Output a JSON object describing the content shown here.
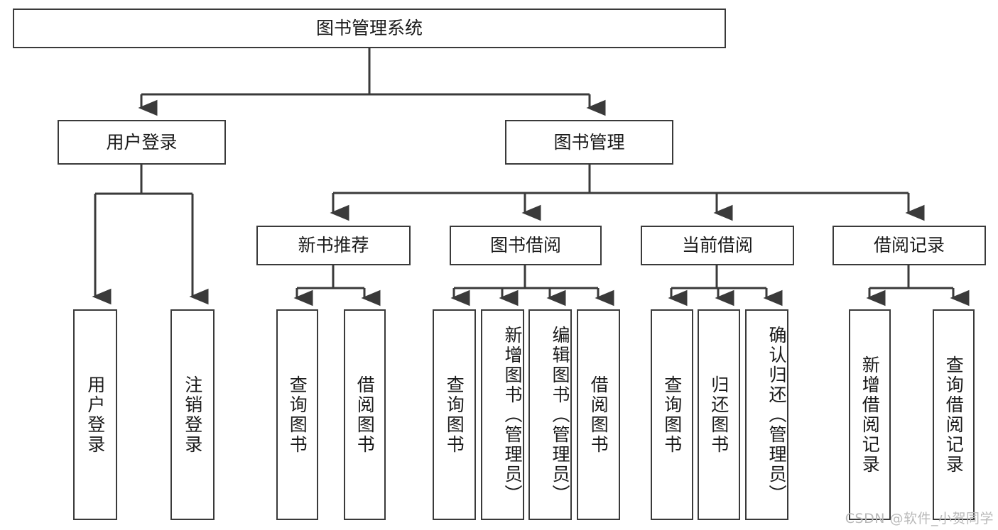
{
  "diagram": {
    "type": "tree-hierarchy-chart",
    "title": "图书管理系统",
    "stroke_color": "#3a3a3a",
    "text_color": "#1a1a1a",
    "background_color": "#ffffff",
    "root": {
      "id": "root",
      "label": "图书管理系统"
    },
    "level2": [
      {
        "id": "user-login",
        "label": "用户登录"
      },
      {
        "id": "book-manage",
        "label": "图书管理"
      }
    ],
    "level3": [
      {
        "id": "new-book-recommend",
        "label": "新书推荐",
        "parent": "book-manage"
      },
      {
        "id": "book-borrow",
        "label": "图书借阅",
        "parent": "book-manage"
      },
      {
        "id": "current-borrow",
        "label": "当前借阅",
        "parent": "book-manage"
      },
      {
        "id": "borrow-record",
        "label": "借阅记录",
        "parent": "book-manage"
      }
    ],
    "leaves": [
      {
        "id": "leaf-user-login",
        "label": "用户登录",
        "parent": "user-login"
      },
      {
        "id": "leaf-logout",
        "label": "注销登录",
        "parent": "user-login"
      },
      {
        "id": "leaf-query-book-1",
        "label": "查询图书",
        "parent": "new-book-recommend"
      },
      {
        "id": "leaf-borrow-book-1",
        "label": "借阅图书",
        "parent": "new-book-recommend"
      },
      {
        "id": "leaf-query-book-2",
        "label": "查询图书",
        "parent": "book-borrow"
      },
      {
        "id": "leaf-add-book",
        "label": "新增图书（管理员）",
        "parent": "book-borrow"
      },
      {
        "id": "leaf-edit-book",
        "label": "编辑图书（管理员）",
        "parent": "book-borrow"
      },
      {
        "id": "leaf-borrow-book-2",
        "label": "借阅图书",
        "parent": "book-borrow"
      },
      {
        "id": "leaf-query-book-3",
        "label": "查询图书",
        "parent": "current-borrow"
      },
      {
        "id": "leaf-return-book",
        "label": "归还图书",
        "parent": "current-borrow"
      },
      {
        "id": "leaf-confirm-return",
        "label": "确认归还（管理员）",
        "parent": "current-borrow"
      },
      {
        "id": "leaf-add-record",
        "label": "新增借阅记录",
        "parent": "borrow-record"
      },
      {
        "id": "leaf-query-record",
        "label": "查询借阅记录",
        "parent": "borrow-record"
      }
    ]
  },
  "watermark": {
    "text": "CSDN @软件_小贺同学"
  }
}
